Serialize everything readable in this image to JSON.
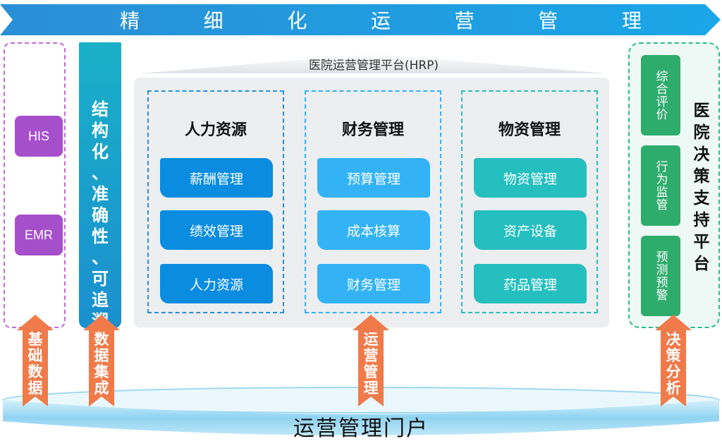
{
  "banner": {
    "chars": [
      "精",
      "细",
      "化",
      "运",
      "营",
      "管",
      "理"
    ]
  },
  "left_panel": {
    "items": [
      "HIS",
      "EMR"
    ]
  },
  "integration_bar": {
    "chars": [
      "结",
      "构",
      "化",
      "、",
      "准",
      "确",
      "性",
      "、",
      "可",
      "追",
      "溯"
    ]
  },
  "platform": {
    "label": "医院运营管理平台(HRP)",
    "columns": [
      {
        "title": "人力资源",
        "items": [
          "薪酬管理",
          "绩效管理",
          "人力资源"
        ],
        "color": "#0a8ce0"
      },
      {
        "title": "财务管理",
        "items": [
          "预算管理",
          "成本核算",
          "财务管理"
        ],
        "color": "#33b3f5"
      },
      {
        "title": "物资管理",
        "items": [
          "物资管理",
          "资产设备",
          "药品管理"
        ],
        "color": "#25bfbf"
      }
    ]
  },
  "right_panel": {
    "items": [
      "综合评价",
      "行为监管",
      "预测预警"
    ],
    "title_chars": [
      "医",
      "院",
      "决",
      "策",
      "支",
      "持",
      "平",
      "台"
    ]
  },
  "arrows": [
    {
      "chars": [
        "基",
        "础",
        "数",
        "据"
      ]
    },
    {
      "chars": [
        "数",
        "据",
        "集",
        "成"
      ]
    },
    {
      "chars": [
        "运",
        "营",
        "管",
        "理"
      ]
    },
    {
      "chars": [
        "决",
        "策",
        "分",
        "析"
      ]
    }
  ],
  "base": {
    "title": "运营管理门户"
  },
  "colors": {
    "banner": "#1c93dc",
    "arrow": "#f07a4a",
    "purple": "#a64fcb",
    "green": "#2eac6c"
  }
}
